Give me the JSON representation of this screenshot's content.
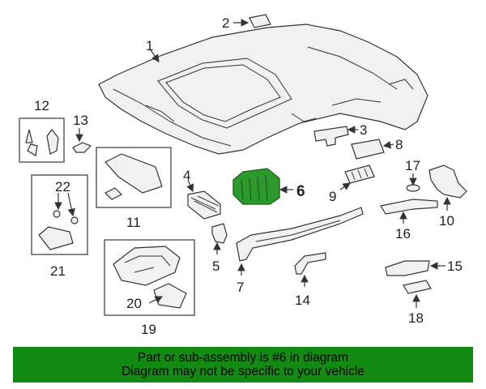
{
  "callouts": [
    "1",
    "2",
    "3",
    "4",
    "5",
    "6",
    "7",
    "8",
    "9",
    "10",
    "11",
    "12",
    "13",
    "14",
    "15",
    "16",
    "17",
    "18",
    "19",
    "20",
    "21",
    "22"
  ],
  "highlighted_part": "6",
  "colors": {
    "highlight": "#2e9a2e",
    "banner": "#138a12"
  },
  "banner": {
    "line1": "Part or sub-assembly is #6 in diagram",
    "line2": "Diagram may not be specific to your vehicle"
  }
}
